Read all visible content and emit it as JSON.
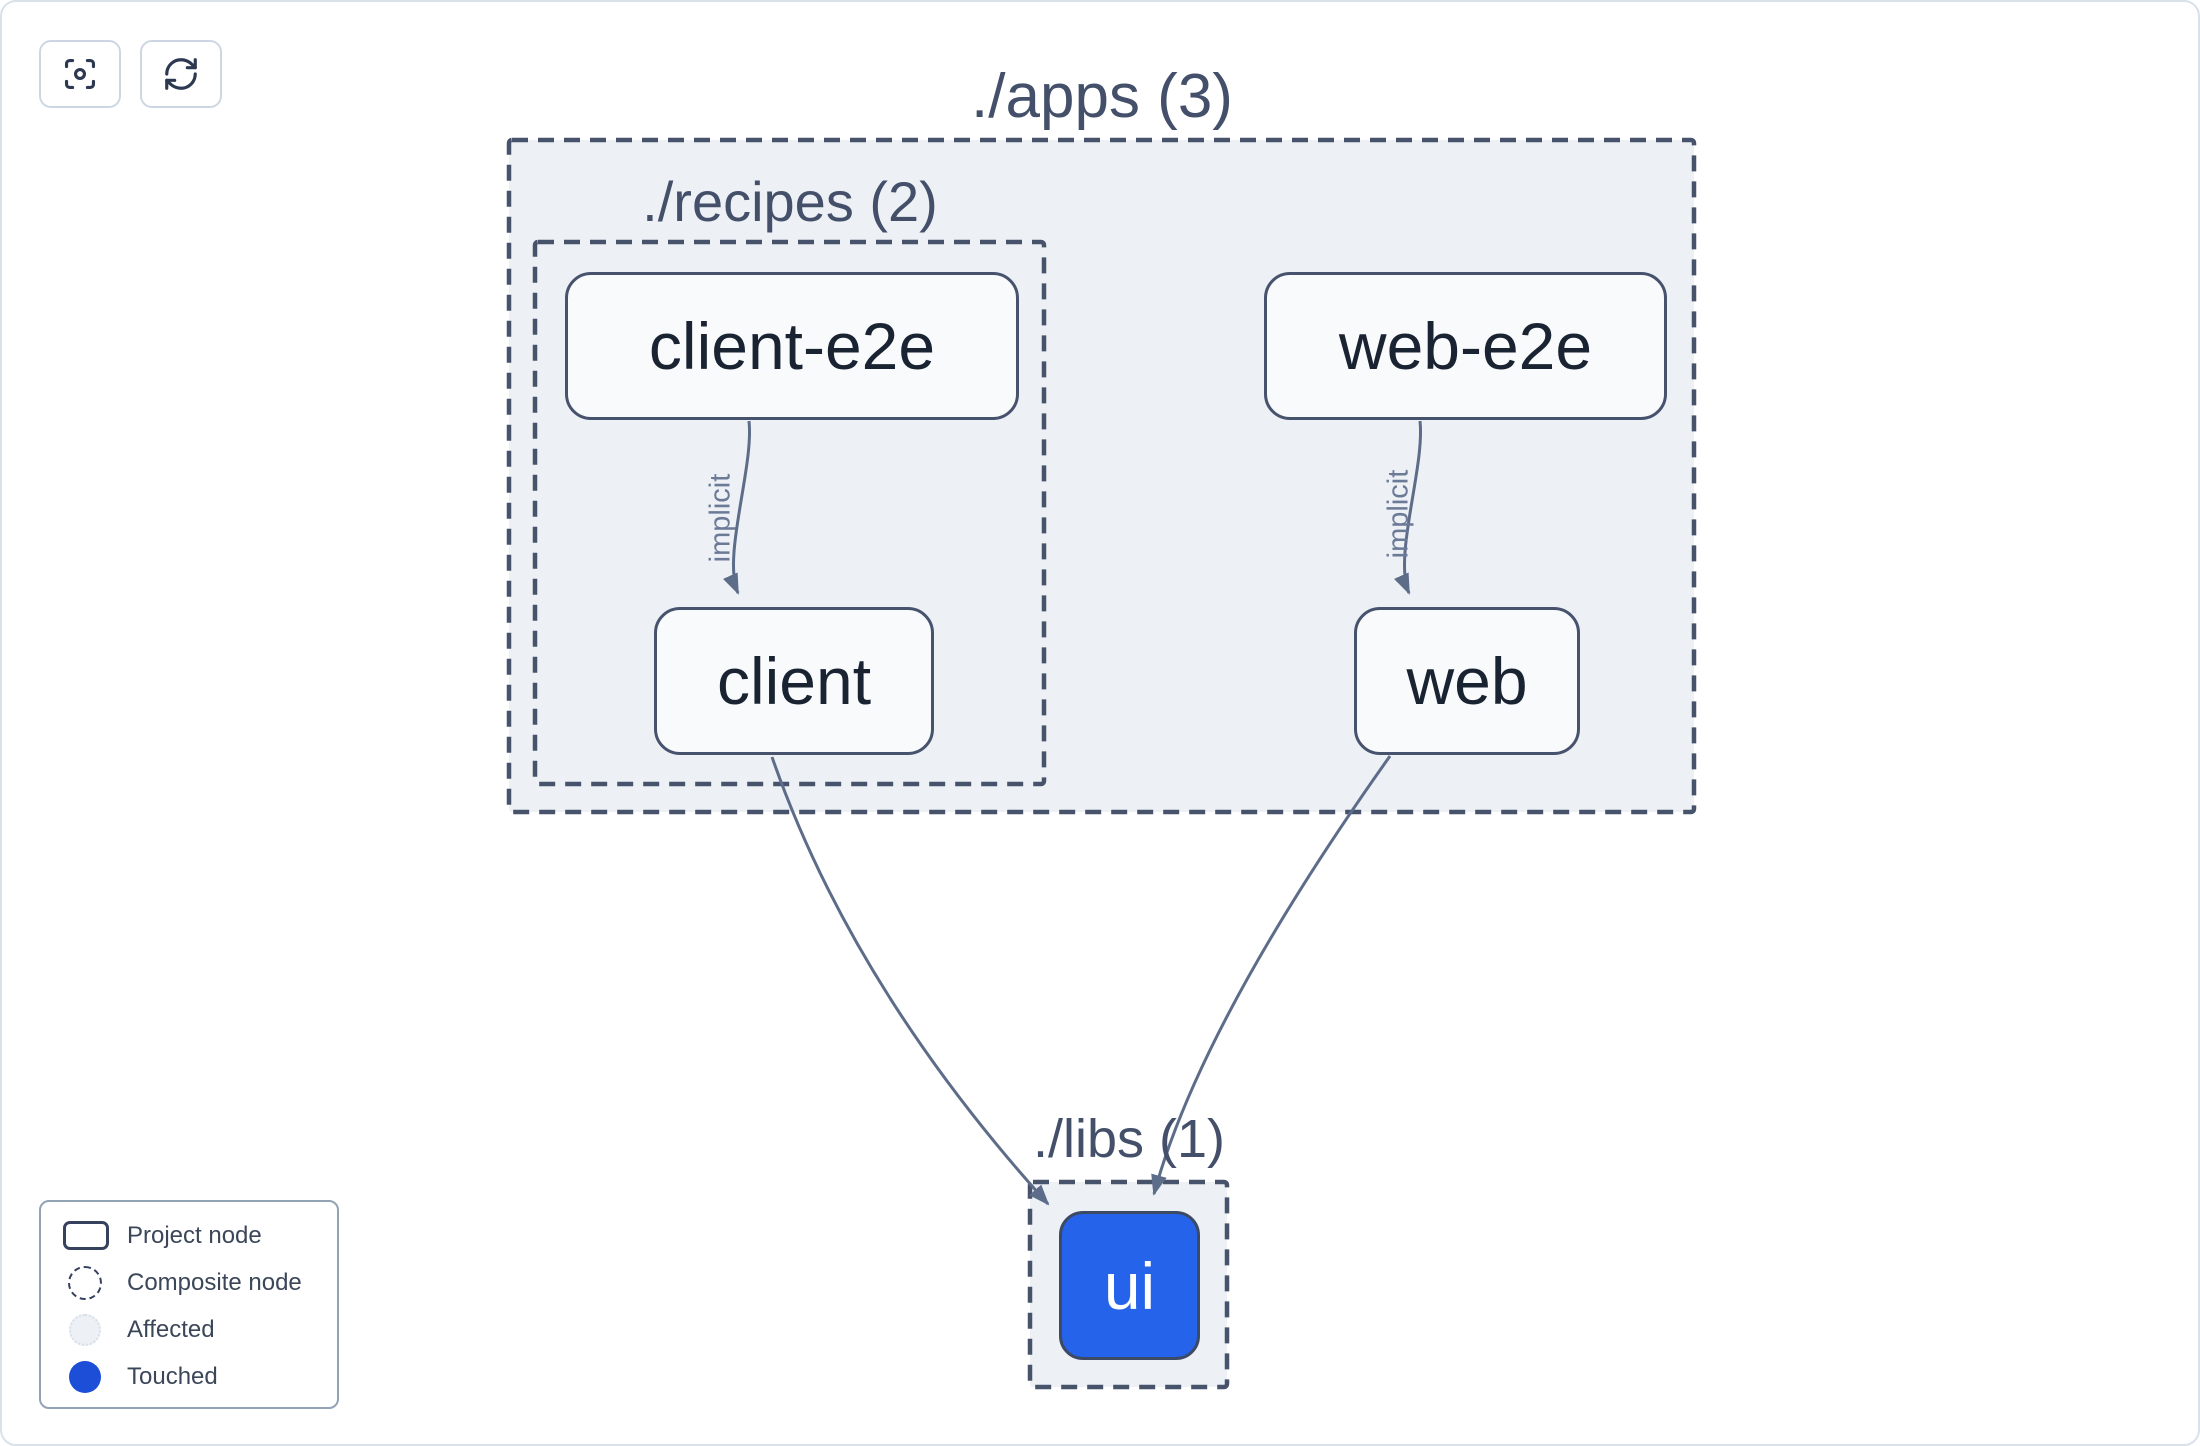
{
  "toolbar": {
    "buttons": [
      {
        "icon": "focus-crosshair-icon"
      },
      {
        "icon": "refresh-cycle-icon"
      }
    ]
  },
  "graph": {
    "groups": [
      {
        "id": "apps",
        "label": "./apps (3)"
      },
      {
        "id": "recipes",
        "label": "./recipes (2)"
      },
      {
        "id": "libs",
        "label": "./libs (1)"
      }
    ],
    "nodes": [
      {
        "id": "client-e2e",
        "label": "client-e2e",
        "state": "default"
      },
      {
        "id": "web-e2e",
        "label": "web-e2e",
        "state": "default"
      },
      {
        "id": "client",
        "label": "client",
        "state": "default"
      },
      {
        "id": "web",
        "label": "web",
        "state": "default"
      },
      {
        "id": "ui",
        "label": "ui",
        "state": "touched"
      }
    ],
    "edges": [
      {
        "from": "client-e2e",
        "to": "client",
        "label": "implicit"
      },
      {
        "from": "web-e2e",
        "to": "web",
        "label": "implicit"
      },
      {
        "from": "client",
        "to": "ui",
        "label": ""
      },
      {
        "from": "web",
        "to": "ui",
        "label": ""
      }
    ],
    "edge_labels": [
      {
        "label": "implicit"
      },
      {
        "label": "implicit"
      }
    ]
  },
  "legend": {
    "items": [
      {
        "icon": "project-node-swatch",
        "label": "Project node"
      },
      {
        "icon": "composite-node-swatch",
        "label": "Composite node"
      },
      {
        "icon": "affected-swatch",
        "label": "Affected"
      },
      {
        "icon": "touched-swatch",
        "label": "Touched"
      }
    ]
  },
  "colors": {
    "touched_node_fill": "#2563eb",
    "legend_touched_fill": "#1d4ed8",
    "group_fill": "#edf1f6",
    "dashed_border": "#47536b",
    "edge_stroke": "#5d6c88",
    "node_border": "#47536d",
    "node_text": "#1a2332",
    "group_title_text": "#44506a"
  }
}
